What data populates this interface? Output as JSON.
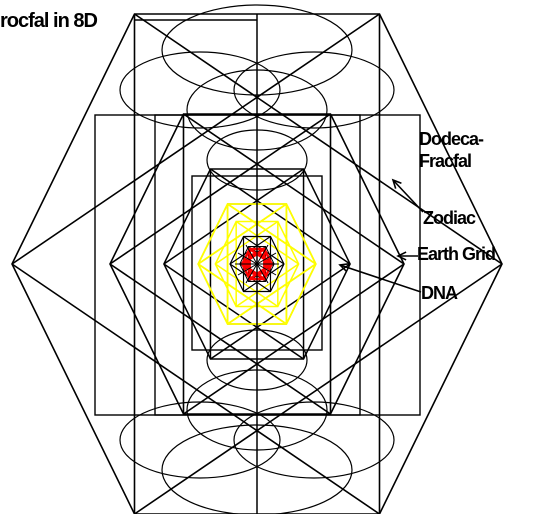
{
  "labels": {
    "title": "rocfal in 8D",
    "dodeca_line1": "Dodeca-",
    "dodeca_line2": "Fracfal",
    "zodiac": "Zodiac",
    "earth_grid": "Earth Grid",
    "dna": "DNA"
  },
  "colors": {
    "line": "#000000",
    "inner_shell": "#ffff00",
    "core": "#ff0000",
    "background": "#ffffff"
  },
  "pointer_arrows": [
    "zodiac",
    "earth-grid",
    "dna"
  ]
}
